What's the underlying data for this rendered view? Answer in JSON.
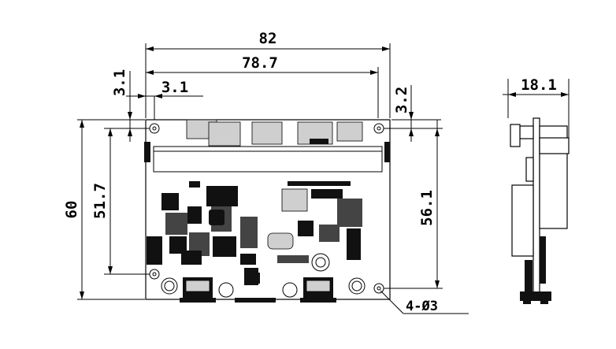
{
  "labels": {
    "width_overall": "82",
    "width_holes": "78.7",
    "offset_left_vertical": "3.1",
    "offset_left_horizontal": "3.1",
    "offset_right_vertical": "3.2",
    "height_overall": "60",
    "height_left_holes": "51.7",
    "height_right_holes": "56.1",
    "thickness": "18.1",
    "hole_callout": "4-Ø3"
  },
  "colors": {
    "line": "#000000",
    "background": "#ffffff"
  }
}
